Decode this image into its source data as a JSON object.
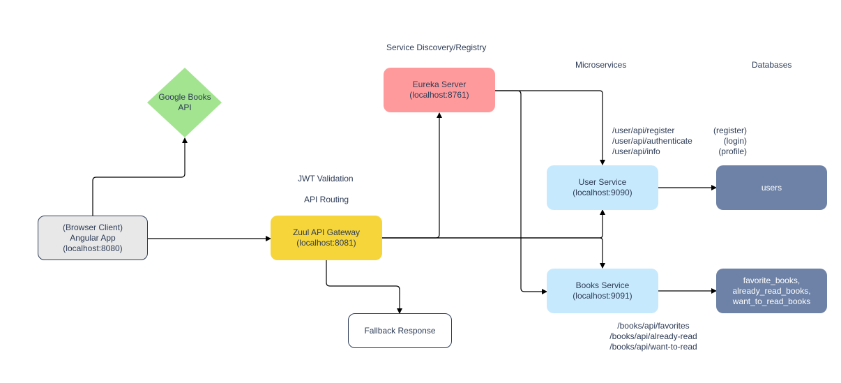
{
  "headers": {
    "service_discovery": "Service Discovery/Registry",
    "microservices": "Microservices",
    "databases": "Databases"
  },
  "gateway_notes": {
    "jwt": "JWT Validation",
    "routing": "API Routing"
  },
  "nodes": {
    "google_books": {
      "lines": [
        "Google Books",
        "API"
      ]
    },
    "browser": {
      "lines": [
        "(Browser Client)",
        "Angular App",
        "(localhost:8080)"
      ]
    },
    "gateway": {
      "lines": [
        "Zuul API Gateway",
        "(localhost:8081)"
      ]
    },
    "eureka": {
      "lines": [
        "Eureka Server",
        "(localhost:8761)"
      ]
    },
    "fallback": {
      "lines": [
        "Fallback Response"
      ]
    },
    "user_service": {
      "lines": [
        "User Service",
        "(localhost:9090)"
      ]
    },
    "books_service": {
      "lines": [
        "Books Service",
        "(localhost:9091)"
      ]
    },
    "users_db": {
      "lines": [
        "users"
      ]
    },
    "books_db": {
      "lines": [
        "favorite_books,",
        "already_read_books,",
        "want_to_read_books"
      ]
    }
  },
  "user_endpoints": [
    {
      "path": "/user/api/register",
      "note": "(register)"
    },
    {
      "path": "/user/api/authenticate",
      "note": "(login)"
    },
    {
      "path": "/user/api/info",
      "note": "(profile)"
    }
  ],
  "books_endpoints": [
    "/books/api/favorites",
    "/books/api/already-read",
    "/books/api/want-to-read"
  ],
  "colors": {
    "edge": "#000000",
    "text": "#2e3c56",
    "google_books": "#a3e490",
    "browser_fill": "#e8e8e8",
    "browser_border": "#2e3c56",
    "gateway": "#f5d53a",
    "eureka": "#ff9a9c",
    "service": "#c7e9fd",
    "database": "#6d82a6",
    "database_text": "#ffffff",
    "fallback_border": "#2e3c56"
  }
}
